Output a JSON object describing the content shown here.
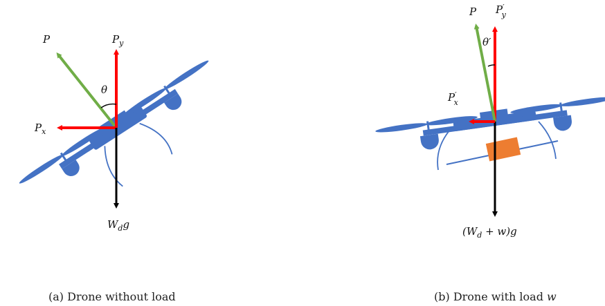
{
  "panels": [
    {
      "caption": "(a) Drone without load",
      "labels": {
        "P": "P",
        "Py_main": "P",
        "Py_sub": "y",
        "theta": "θ",
        "Px_main": "P",
        "Px_sub": "x",
        "W_main": "W",
        "W_sub": "d",
        "W_tail": "g"
      }
    },
    {
      "caption_main": "(b) Drone with load ",
      "caption_var": "w",
      "labels": {
        "P": "P",
        "Py_main": "P",
        "Py_sup": "′",
        "Py_sub": "y",
        "theta": "θ′",
        "Px_main": "P",
        "Px_sup": "′",
        "Px_sub": "x",
        "W_open": "(W",
        "W_sub": "d",
        "W_rest": " + w)g"
      }
    }
  ],
  "colors": {
    "drone": "#4472c4",
    "lift": "#70ad47",
    "component": "#ff0000",
    "weight": "#000000",
    "load": "#ed7d31"
  }
}
